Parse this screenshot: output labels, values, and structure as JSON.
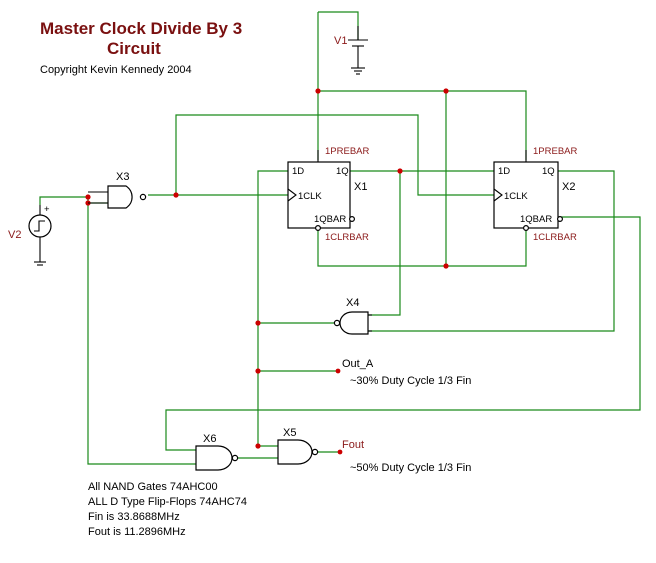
{
  "title": {
    "line1": "Master Clock Divide By 3",
    "line2": "Circuit",
    "copyright": "Copyright Kevin Kennedy 2004"
  },
  "components": {
    "v1": "V1",
    "v2": "V2",
    "x1": {
      "ref": "X1",
      "d": "1D",
      "q": "1Q",
      "clk": "1CLK",
      "qbar": "1QBAR",
      "prebar": "1PREBAR",
      "clrbar": "1CLRBAR"
    },
    "x2": {
      "ref": "X2",
      "d": "1D",
      "q": "1Q",
      "clk": "1CLK",
      "qbar": "1QBAR",
      "prebar": "1PREBAR",
      "clrbar": "1CLRBAR"
    },
    "x3": "X3",
    "x4": "X4",
    "x5": "X5",
    "x6": "X6"
  },
  "nets": {
    "out_a": "Out_A",
    "out_a_note": "~30% Duty Cycle 1/3 Fin",
    "fout": "Fout",
    "fout_note": "~50% Duty Cycle 1/3 Fin"
  },
  "notes": [
    "All NAND Gates 74AHC00",
    "ALL D Type Flip-Flops 74AHC74",
    "Fin is 33.8688MHz",
    "Fout is 11.2896MHz"
  ]
}
